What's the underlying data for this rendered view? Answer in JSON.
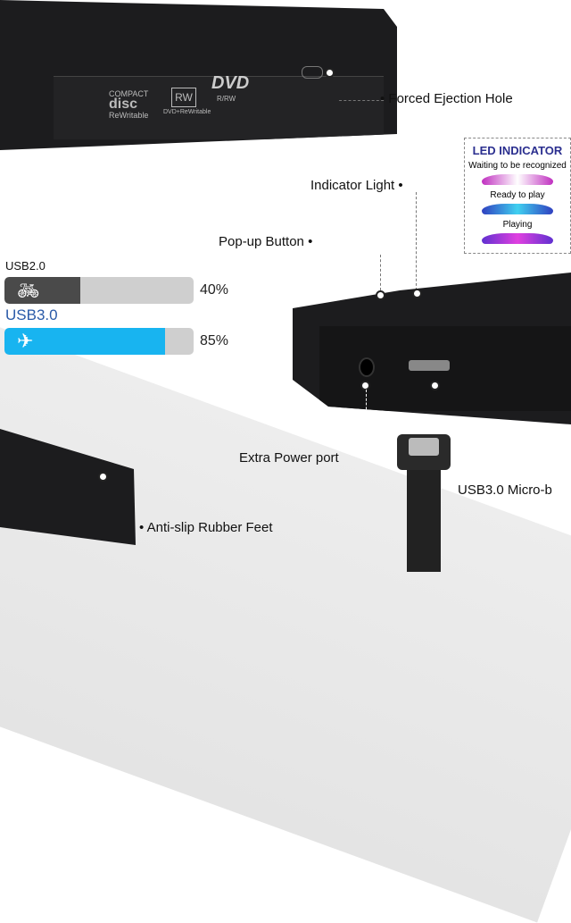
{
  "callouts": {
    "forced_ejection": "Forced Ejection Hole",
    "indicator_light": "Indicator Light",
    "popup_button": "Pop-up Button",
    "power_port": "Extra Power port",
    "usb_port": "USB3.0 Micro-b",
    "rubber_feet": "Anti-slip Rubber Feet"
  },
  "logos": {
    "compact_disc": "COMPACT disc ReWritable",
    "rw": "RW",
    "rw_sub": "DVD+ReWritable",
    "dvd": "DVD",
    "dvd_sub": "R/RW"
  },
  "led_indicator": {
    "title": "LED INDICATOR",
    "title_color": "#2b2f8f",
    "states": [
      {
        "label": "Waiting to be recognized",
        "color": "#e040d0"
      },
      {
        "label": "Ready to play",
        "color": "#3f6fe0"
      },
      {
        "label": "Playing",
        "color": "#9b3fe0"
      }
    ]
  },
  "speed": [
    {
      "label": "USB2.0",
      "percent": 40,
      "percent_text": "40%",
      "icon": "bicycle-icon",
      "color": "#4a4a4a"
    },
    {
      "label": "USB3.0",
      "percent": 85,
      "percent_text": "85%",
      "icon": "airplane-icon",
      "color": "#18b4f0"
    }
  ]
}
